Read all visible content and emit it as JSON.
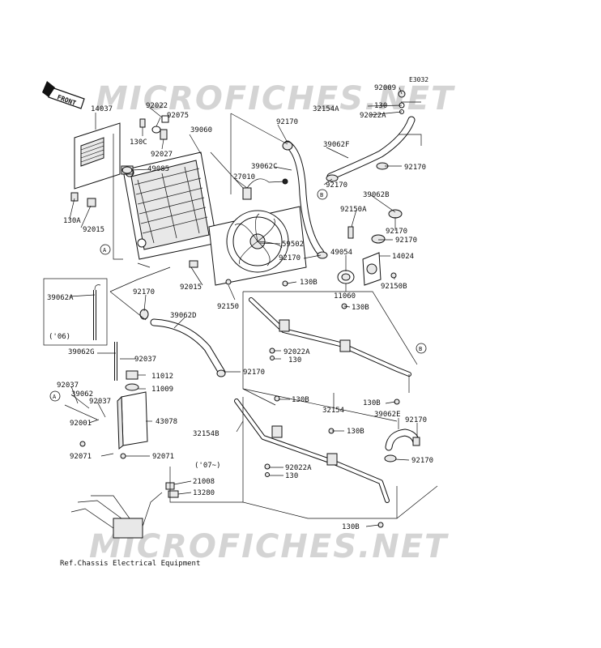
{
  "diagram_code": "E3032",
  "front_label": "FRONT",
  "watermark_top": "MICROFICHES.NET",
  "watermark_bottom": "MICROFICHES.NET",
  "footer_ref": "Ref.Chassis Electrical Equipment",
  "inset_06_note": "('06)",
  "inset_07_note": "('07~)",
  "circle_markers": {
    "a": "A",
    "b": "B"
  },
  "part_labels": {
    "p92009": "92009",
    "p32154A": "32154A",
    "p130_top": "130",
    "p92022A_top": "92022A",
    "p14037": "14037",
    "p92022_l": "92022",
    "p92075": "92075",
    "p39060": "39060",
    "p130C": "130C",
    "p92027": "92027",
    "p92170_a": "92170",
    "p39062C": "39062C",
    "p39062F": "39062F",
    "p92170_b": "92170",
    "p49085": "49085",
    "p27010": "27010",
    "p92170_c": "92170",
    "p39062B": "39062B",
    "p92150A": "92150A",
    "p130A": "130A",
    "p92015_a": "92015",
    "p92170_d": "92170",
    "p92170_e": "92170",
    "p59502": "59502",
    "p92170_f": "92170",
    "p49054": "49054",
    "p14024": "14024",
    "p39062A": "39062A",
    "p92170_g": "92170",
    "p92015_b": "92015",
    "p130B_a": "130B",
    "p92150B": "92150B",
    "p11060": "11060",
    "p92150": "92150",
    "p130B_b": "130B",
    "p39062D": "39062D",
    "p39062G": "39062G",
    "p92037_a": "92037",
    "p92022A_m": "92022A",
    "p130_m": "130",
    "p11012": "11012",
    "p92170_h": "92170",
    "p11009": "11009",
    "p92037_b": "92037",
    "p39062": "39062",
    "p92037_c": "92037",
    "p130B_c": "130B",
    "p32154": "32154",
    "p130B_d": "130B",
    "p43078": "43078",
    "p92001": "92001",
    "p39062E": "39062E",
    "p92170_i": "92170",
    "p32154B": "32154B",
    "p130B_e": "130B",
    "p92071_a": "92071",
    "p92071_b": "92071",
    "p92170_j": "92170",
    "p92022A_b": "92022A",
    "p130_b": "130",
    "p21008": "21008",
    "p13280": "13280",
    "p130B_f": "130B"
  }
}
